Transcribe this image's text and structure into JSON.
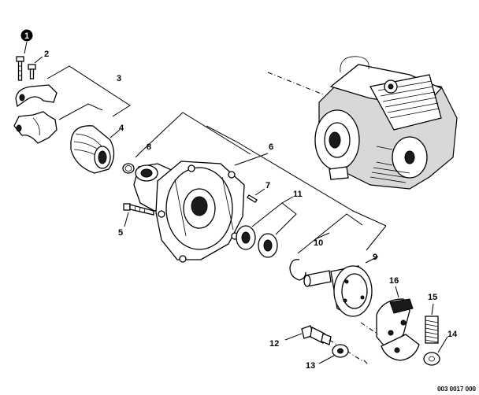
{
  "diagram": {
    "note_marker": "1",
    "callouts": [
      "2",
      "3",
      "4",
      "5",
      "6",
      "7",
      "8",
      "9",
      "10",
      "11",
      "12",
      "13",
      "14",
      "15",
      "16"
    ],
    "reference_code": "003 0017 000"
  }
}
